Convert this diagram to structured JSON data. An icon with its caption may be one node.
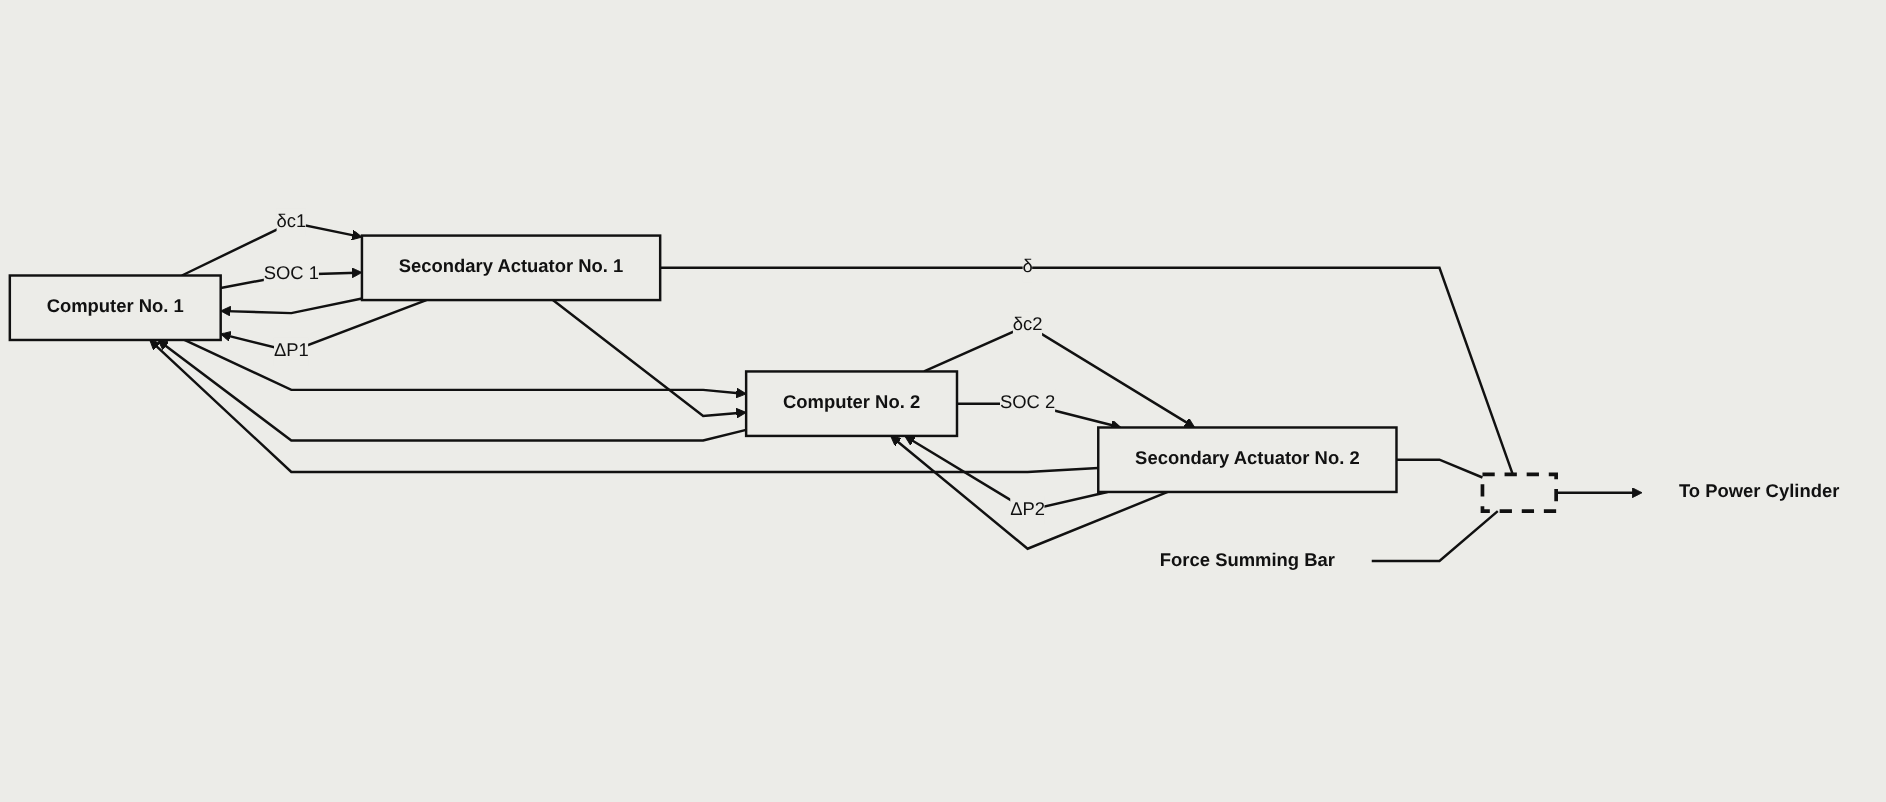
{
  "diagram": {
    "nodes": [
      {
        "text": [
          "Computer No. 1"
        ]
      },
      {
        "text": [
          "Secondary Actuator No. 1"
        ]
      },
      {
        "text": [
          "Computer No. 2"
        ]
      },
      {
        "text": [
          "Secondary Actuator No. 2"
        ]
      },
      {
        "text": [],
        "shape": "bar"
      },
      {
        "text": [
          "To Power Cylinder"
        ]
      },
      {
        "text": [
          "Force Summing Bar"
        ]
      }
    ],
    "edges": [
      {
        "from": 0,
        "to": 1,
        "arrow": "to",
        "label": "δc1"
      },
      {
        "from": 0,
        "to": 1,
        "arrow": "to",
        "label": "SOC 1"
      },
      {
        "from": 0,
        "to": 2,
        "arrow": "to"
      },
      {
        "from": 1,
        "to": 0,
        "arrow": "to"
      },
      {
        "from": 1,
        "to": 4,
        "arrow": "none",
        "label": "δ"
      },
      {
        "from": 1,
        "to": 0,
        "arrow": "to",
        "label": "ΔP1"
      },
      {
        "from": 1,
        "to": 2,
        "arrow": "to"
      },
      {
        "from": 2,
        "to": 3,
        "arrow": "to",
        "label": "δc2"
      },
      {
        "from": 2,
        "to": 3,
        "arrow": "to",
        "label": "SOC 2"
      },
      {
        "from": 2,
        "to": 0,
        "arrow": "to"
      },
      {
        "from": 3,
        "to": 0,
        "arrow": "to"
      },
      {
        "from": 3,
        "to": 2,
        "arrow": "to",
        "label": "ΔP2"
      },
      {
        "from": 3,
        "to": 2,
        "arrow": "to"
      },
      {
        "from": 3,
        "to": 4,
        "arrow": "none"
      },
      {
        "from": 4,
        "to": 5,
        "arrow": "to"
      },
      {
        "from": 6,
        "to": 4,
        "arrow": "none"
      }
    ]
  }
}
